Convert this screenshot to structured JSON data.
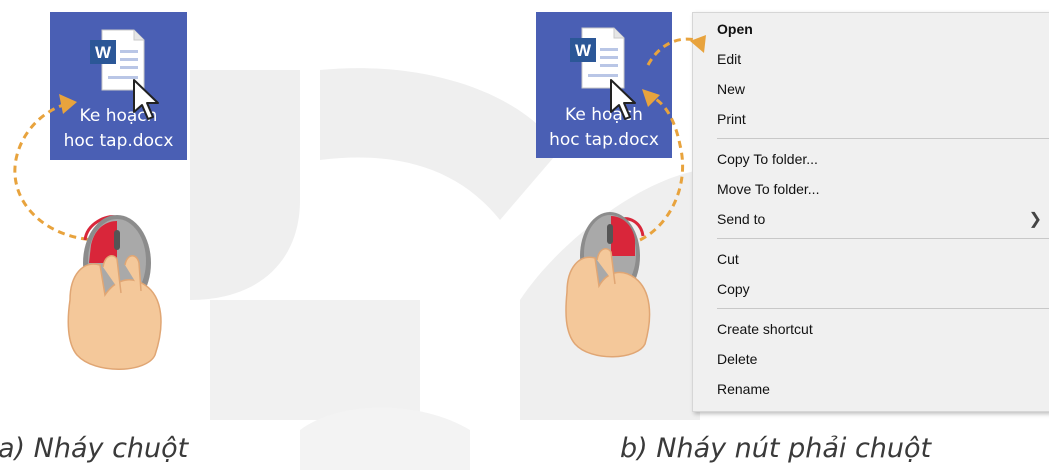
{
  "panel_a": {
    "file_name_line1": "Ke hoạch",
    "file_name_line2": "hoc tap.docx",
    "caption": "a) Nháy chuột"
  },
  "panel_b": {
    "file_name_line1": "Ke hoạch",
    "file_name_line2": "hoc tap.docx",
    "caption": "b) Nháy nút phải chuột"
  },
  "context_menu": {
    "groups": [
      [
        "Open",
        "Edit",
        "New",
        "Print"
      ],
      [
        "Copy To folder...",
        "Move To folder...",
        "Send to"
      ],
      [
        "Cut",
        "Copy"
      ],
      [
        "Create shortcut",
        "Delete",
        "Rename"
      ]
    ],
    "open": "Open",
    "edit": "Edit",
    "new": "New",
    "print": "Print",
    "copy_to_folder": "Copy To folder...",
    "move_to_folder": "Move To folder...",
    "send_to": "Send to",
    "cut": "Cut",
    "copy": "Copy",
    "create_shortcut": "Create shortcut",
    "delete": "Delete",
    "rename": "Rename"
  },
  "colors": {
    "tile": "#4a5fb4",
    "arrow": "#e8a33d",
    "mouse_button": "#d9263a",
    "menu_bg": "#f0f0f0",
    "watermark": "#eeeeee"
  },
  "icons": {
    "file": "word-document-icon",
    "pointer": "mouse-pointer-icon",
    "device": "computer-mouse-in-hand-icon",
    "submenu": "chevron-right-icon"
  }
}
